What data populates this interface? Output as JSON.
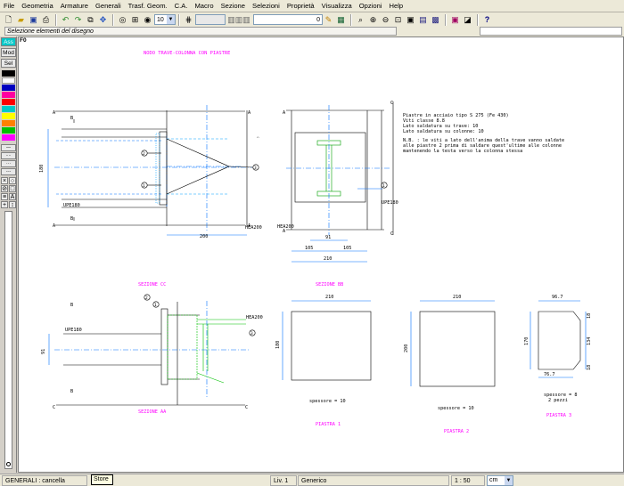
{
  "menu": [
    "File",
    "Geometria",
    "Armature",
    "Generali",
    "Trasf. Geom.",
    "C.A.",
    "Macro",
    "Sezione",
    "Selezioni",
    "Proprietà",
    "Visualizza",
    "Opzioni",
    "Help"
  ],
  "toolbar": {
    "zoom_value": "10",
    "number_value": "0",
    "help_label": "?"
  },
  "hint": "Selezione elementi del disegno",
  "palette": {
    "buttons": [
      "Ass",
      "Mod",
      "Sel"
    ],
    "drawing_id": "F0",
    "swatches": [
      "#000000",
      "#ffffff",
      "#ff00ff",
      "#ff0000",
      "#00ffff",
      "#ffff00",
      "#ff8000",
      "#00ff00",
      "#ff00ff"
    ],
    "tools": [
      "×",
      "○",
      "⊘",
      "□",
      "≡",
      "A",
      "+",
      "↕"
    ]
  },
  "drawing": {
    "title_main": "NODO TRAVE-COLONNA CON PIASTRE",
    "section_cc": "SEZIONE CC",
    "section_aa": "SEZIONE AA",
    "section_bb": "SEZIONE BB",
    "notes": [
      "Piastre in acciaio tipo S 275 (Fe 430)",
      "Viti classe 8.8",
      "Lato saldatura su trave: 10",
      "Lato saldatura su colonne: 10",
      "N.B. : le viti a lato dell'anima della trave vanno saldate",
      "alle piastre 2 prima di saldare quest'ultime alle colonne",
      "mantenendo la testa verso la colonna stessa"
    ],
    "labels": {
      "A": "A",
      "B": "B",
      "C": "C",
      "upe180": "UPE180",
      "hea200": "HEA200",
      "n1": "1",
      "n2": "2",
      "n3": "3",
      "d180": "180",
      "d200": "200",
      "d91": "91",
      "d105": "105",
      "d210": "210",
      "d180b": "180",
      "d200b": "200",
      "d170": "170",
      "d134": "134",
      "d18": "18",
      "d967": "96.7",
      "d767": "76.7"
    },
    "plates": {
      "p1_label": "PIASTRA 1",
      "p1_thick": "spessore = 10",
      "p2_label": "PIASTRA 2",
      "p2_thick": "spessore = 10",
      "p3_label": "PIASTRA 3",
      "p3_thick": "spessore = 8",
      "p3_count": "2 pezzi"
    }
  },
  "status": {
    "mode": "GENERALI : cancella",
    "tooltip": "Store",
    "level_label": "Liv.",
    "level": "1",
    "layer": "Generico",
    "scale": "1 : 50",
    "unit": "cm"
  }
}
